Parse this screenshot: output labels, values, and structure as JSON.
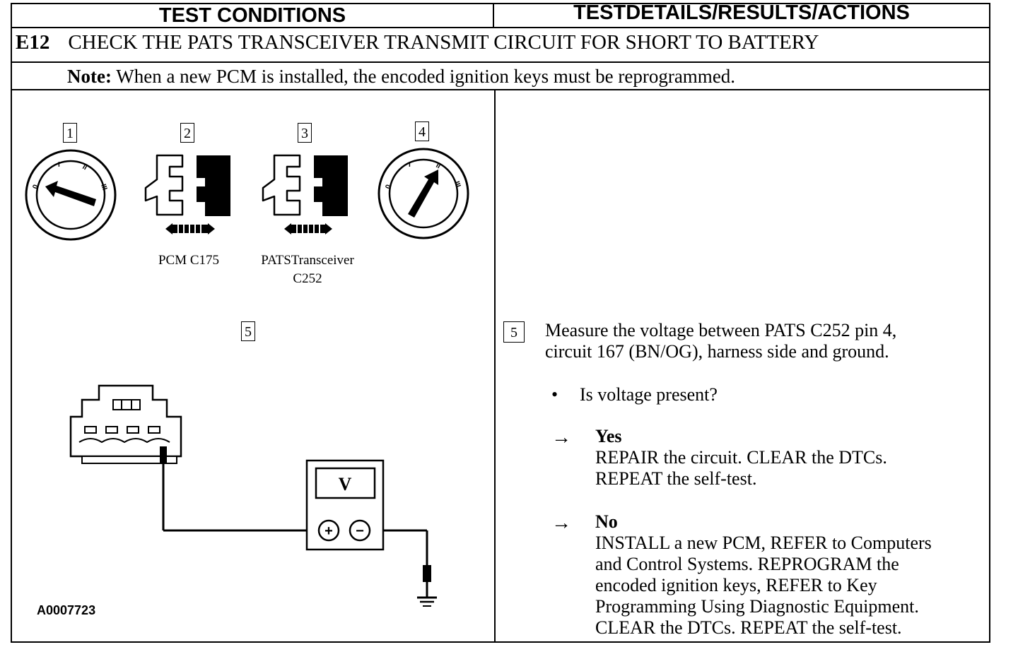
{
  "header": {
    "left": "TEST CONDITIONS",
    "right": "TESTDETAILS/RESULTS/ACTIONS"
  },
  "step": {
    "code": "E12",
    "title": "CHECK THE PATS TRANSCEIVER TRANSMIT CIRCUIT FOR SHORT TO BATTERY"
  },
  "note": {
    "label": "Note:",
    "text": "When a new PCM is installed, the encoded ignition keys must be reprogrammed."
  },
  "figure": {
    "numbers": [
      "1",
      "2",
      "3",
      "4",
      "5"
    ],
    "captions": {
      "pcm": "PCM C175",
      "transceiver_line1": "PATSTransceiver",
      "transceiver_line2": "C252"
    },
    "meter_label": "V",
    "plus": "+",
    "minus": "−",
    "id": "A0007723"
  },
  "details": {
    "step_number": "5",
    "instruction_line1": "Measure the voltage between PATS C252 pin 4,",
    "instruction_line2": "circuit 167 (BN/OG), harness side and ground.",
    "bullet": "•",
    "question": "Is voltage present?",
    "arrow": "→",
    "yes": {
      "label": "Yes",
      "line1": "REPAIR the circuit. CLEAR the DTCs.",
      "line2": "REPEAT the self-test."
    },
    "no": {
      "label": "No",
      "line1": "INSTALL a new PCM, REFER to Computers",
      "line2": "and Control Systems. REPROGRAM the",
      "line3": "encoded ignition keys, REFER to Key",
      "line4": "Programming Using Diagnostic Equipment.",
      "line5": "CLEAR the DTCs. REPEAT the self-test."
    }
  }
}
